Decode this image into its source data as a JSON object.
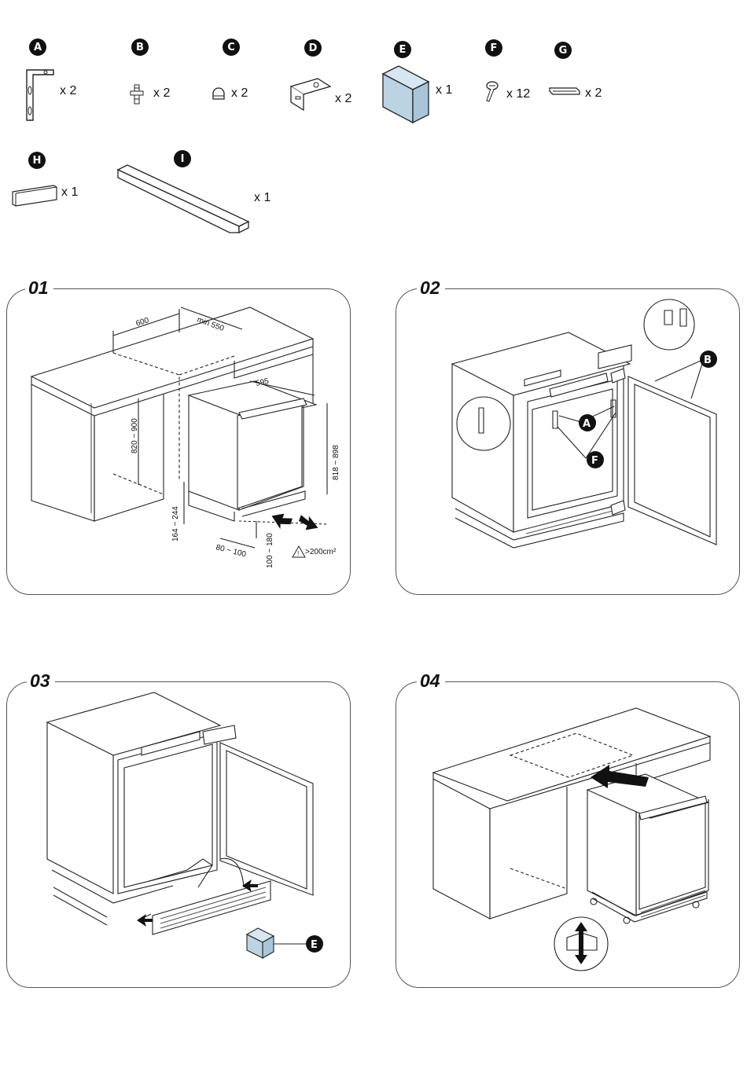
{
  "parts": [
    {
      "letter": "A",
      "qty": "x 2"
    },
    {
      "letter": "B",
      "qty": "x 2"
    },
    {
      "letter": "C",
      "qty": "x 2"
    },
    {
      "letter": "D",
      "qty": "x 2"
    },
    {
      "letter": "E",
      "qty": "x 1"
    },
    {
      "letter": "F",
      "qty": "x 12"
    },
    {
      "letter": "G",
      "qty": "x 2"
    },
    {
      "letter": "H",
      "qty": "x 1"
    },
    {
      "letter": "I",
      "qty": "x 1"
    }
  ],
  "steps": [
    {
      "number": "01",
      "dimensions": {
        "width": "600",
        "depth": "min 550",
        "appliance_width": "595",
        "niche_height": "820 ~ 900",
        "appliance_height": "818 ~ 898",
        "plinth_height": "164 ~ 244",
        "plinth_depth": "80 ~ 100",
        "plinth_gap": "100 ~ 180",
        "ventilation": ">200cm²"
      }
    },
    {
      "number": "02",
      "callouts": [
        "A",
        "B",
        "F"
      ]
    },
    {
      "number": "03",
      "callouts": [
        "E"
      ]
    },
    {
      "number": "04"
    }
  ],
  "colors": {
    "line": "#222222",
    "box_fill": "#bcd3e4",
    "badge": "#111111"
  }
}
